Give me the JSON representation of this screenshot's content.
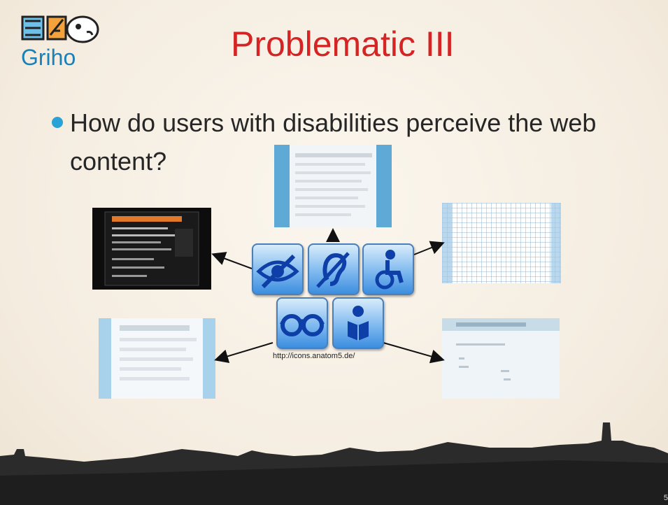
{
  "logo": {
    "text": "Griho"
  },
  "slide": {
    "title": "Problematic III",
    "bullet": "How do users with disabilities perceive the web content?",
    "credit": "http://icons.anatom5.de/",
    "page_number": "5"
  },
  "icons": [
    "blind-eye-icon",
    "deaf-ear-icon",
    "wheelchair-icon",
    "glasses-icon",
    "reader-icon"
  ],
  "colors": {
    "title": "#d42424",
    "bullet": "#29a3d6",
    "logo_text": "#1b7fb8",
    "icon_blue": "#3d8ee0"
  }
}
